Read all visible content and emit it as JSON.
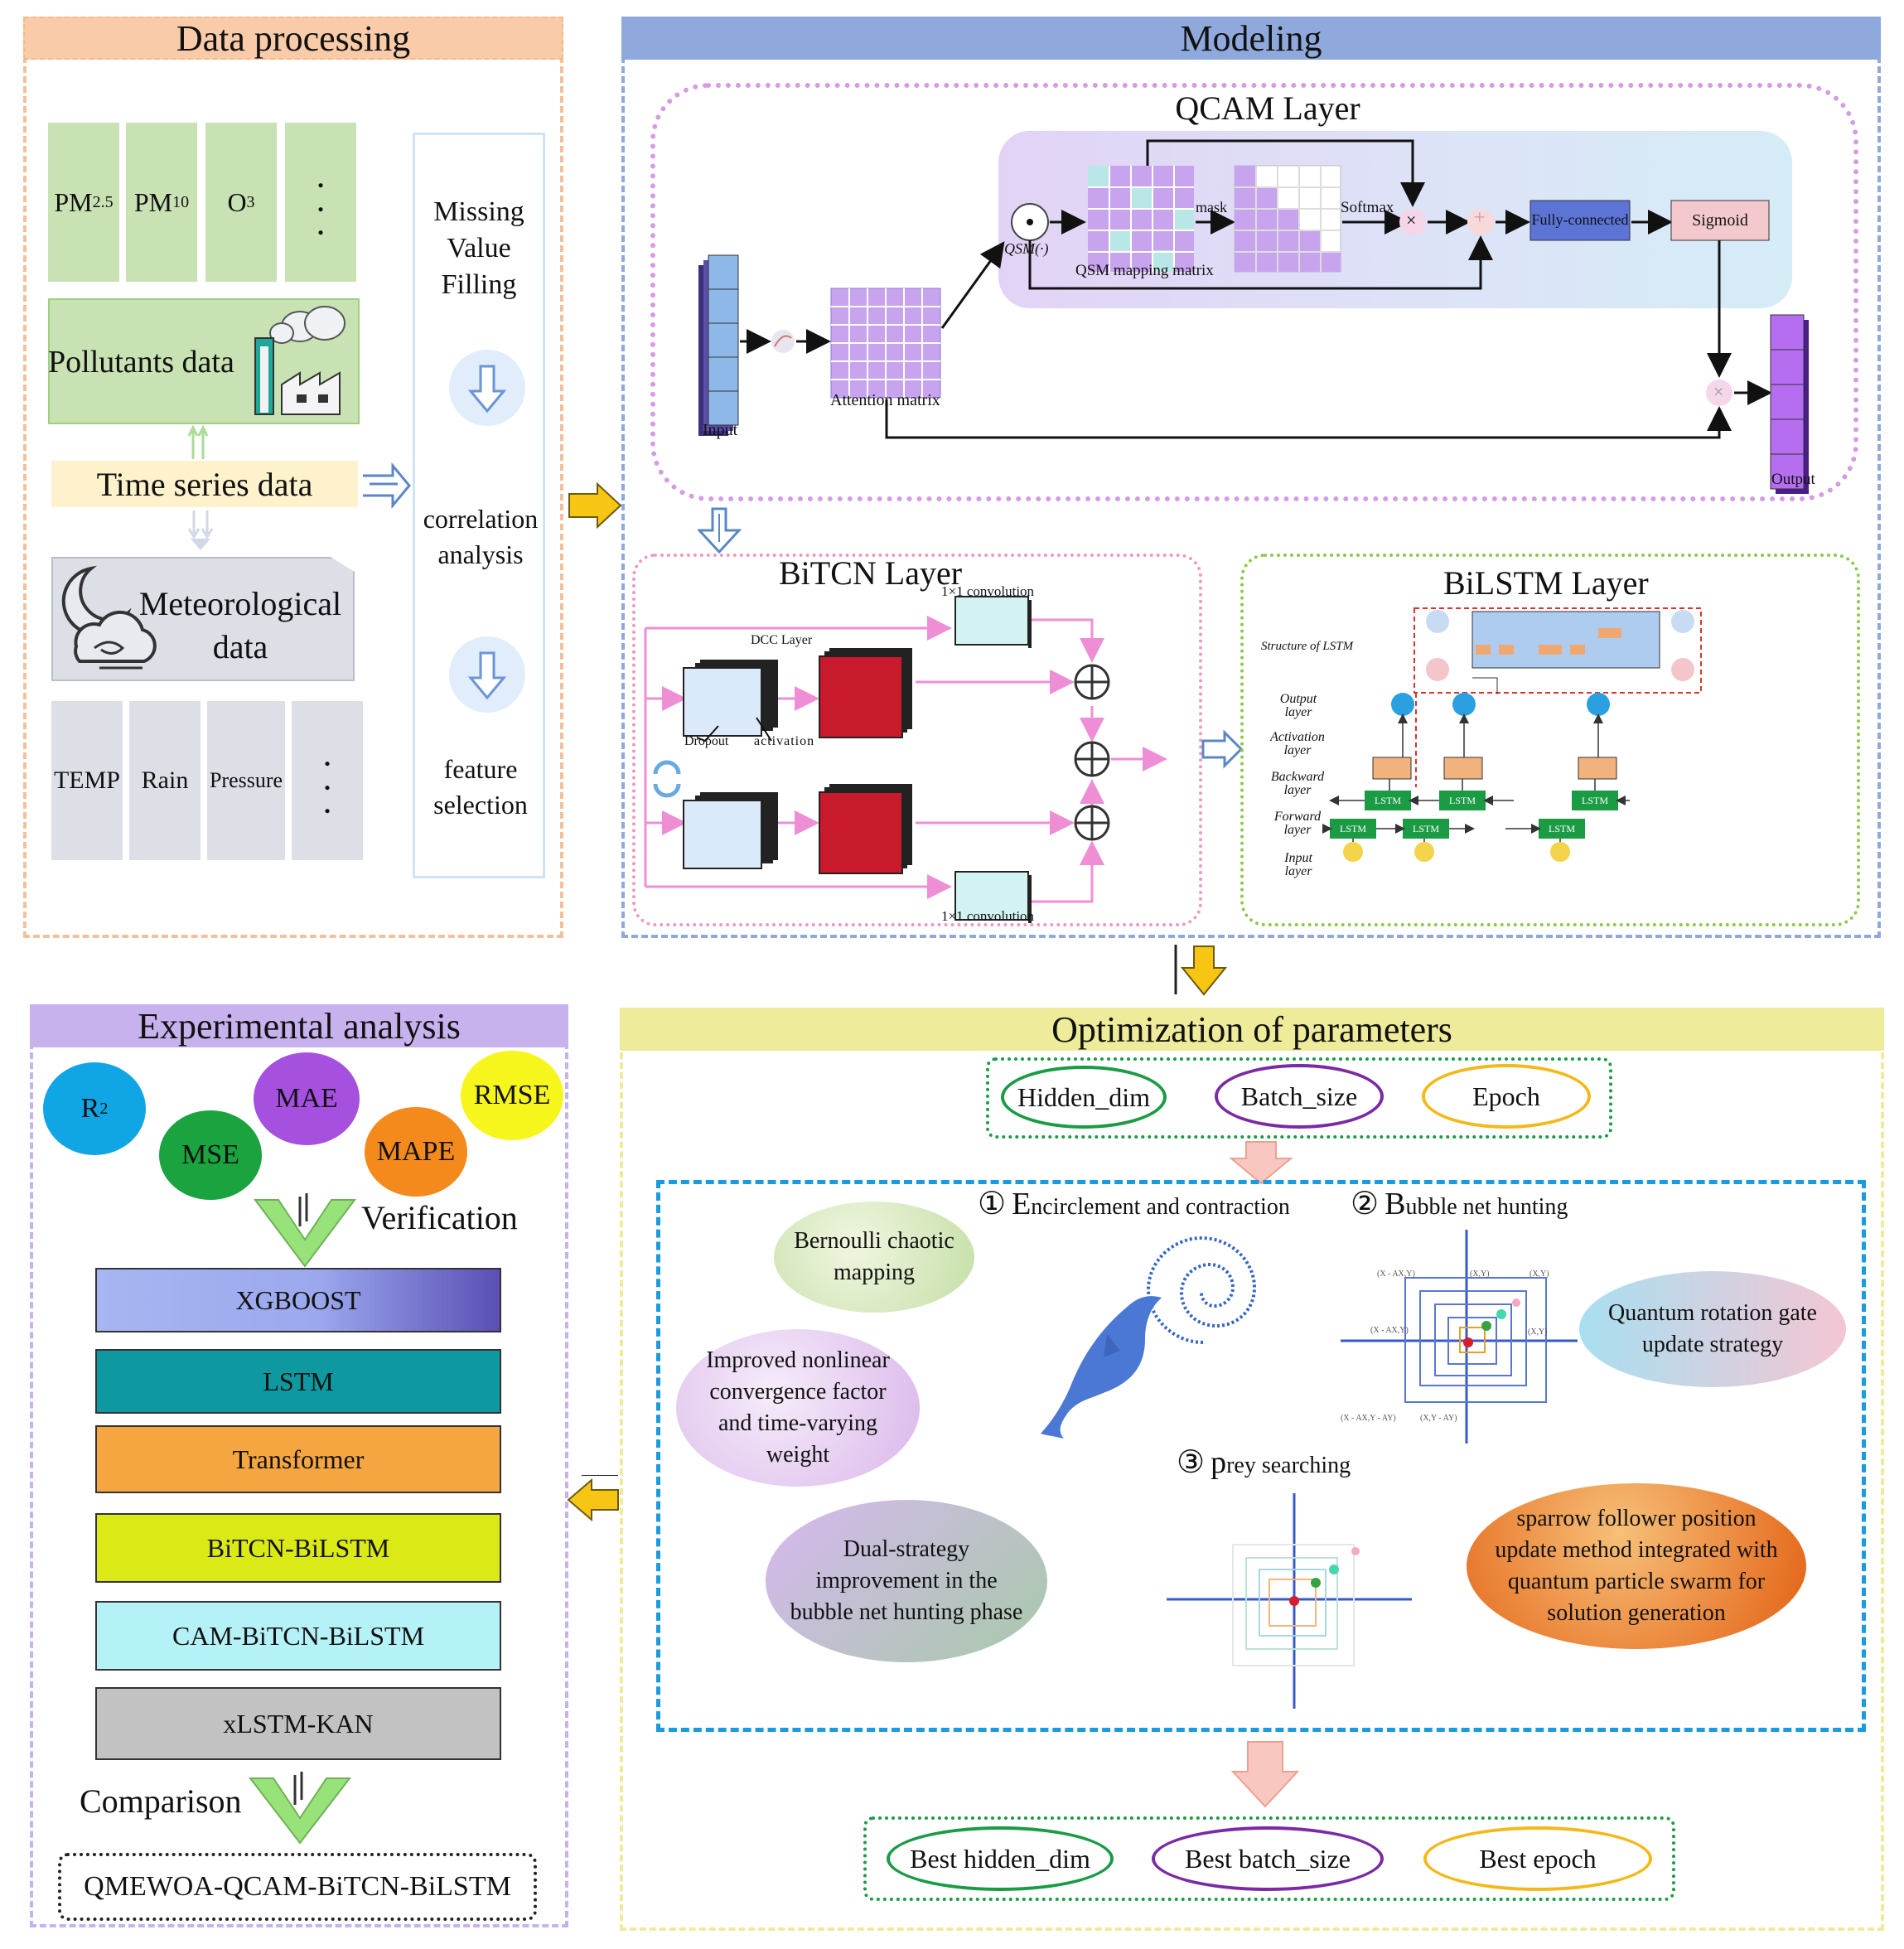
{
  "sections": {
    "data_processing": "Data processing",
    "modeling": "Modeling",
    "experimental": "Experimental analysis",
    "optimization": "Optimization of parameters"
  },
  "pollutants": {
    "pm25": "PM",
    "pm25_sub": "2.5",
    "pm10": "PM",
    "pm10_sub": "10",
    "o3": "O",
    "o3_sub": "3",
    "more": ".\n.\n.",
    "label": "Pollutants data"
  },
  "time_series": "Time series data",
  "meteo": {
    "label": "Meteorological data",
    "temp": "TEMP",
    "rain": "Rain",
    "pressure": "Pressure",
    "more": ".\n.\n."
  },
  "preprocess": {
    "step1": "Missing Value Filling",
    "step2": "correlation analysis",
    "step3": "feature selection"
  },
  "qcam": {
    "title": "QCAM Layer",
    "input": "Input",
    "attention": "Attention matrix",
    "qsm": "QSM(·)",
    "qsm_matrix": "QSM mapping matrix",
    "mask": "mask",
    "softmax": "Softmax",
    "fc": "Fully-connected",
    "sigmoid": "Sigmoid",
    "output": "Output",
    "times": "×",
    "plus": "+"
  },
  "bitcn": {
    "title": "BiTCN Layer",
    "conv_top": "1×1 convolution",
    "conv_bottom": "1×1 convolution",
    "dcc": "DCC Layer",
    "dropout": "Dropout",
    "activation": "activation"
  },
  "bilstm": {
    "title": "BiLSTM Layer",
    "structure": "Structure of LSTM",
    "output_layer": "Output layer",
    "activation_layer": "Activation layer",
    "backward_layer": "Backward layer",
    "forward_layer": "Forward layer",
    "input_layer": "Input layer",
    "cell": "LSTM"
  },
  "metrics": {
    "r2": "R",
    "r2_sup": "2",
    "mae": "MAE",
    "rmse": "RMSE",
    "mse": "MSE",
    "mape": "MAPE"
  },
  "verification": "Verification",
  "models": [
    "XGBOOST",
    "LSTM",
    "Transformer",
    "BiTCN-BiLSTM",
    "CAM-BiTCN-BiLSTM",
    "xLSTM-KAN"
  ],
  "comparison": "Comparison",
  "final_model": "QMEWOA-QCAM-BiTCN-BiLSTM",
  "params": {
    "hidden": "Hidden_dim",
    "batch": "Batch_size",
    "epoch": "Epoch"
  },
  "best": {
    "hidden": "Best hidden_dim",
    "batch": "Best batch_size",
    "epoch": "Best epoch"
  },
  "woa": {
    "step1_num": "①",
    "step1_cap": "E",
    "step1": "ncirclement and contraction",
    "step2_num": "②",
    "step2_cap": "B",
    "step2": "ubble net hunting",
    "step3_num": "③",
    "step3_cap": "p",
    "step3": "rey searching",
    "bernoulli": "Bernoulli chaotic mapping",
    "nonlinear": "Improved nonlinear convergence factor and time-varying weight",
    "dual": "Dual-strategy improvement in the bubble net hunting phase",
    "quantum": "Quantum rotation gate update strategy",
    "sparrow": "sparrow follower position update method integrated with quantum particle swarm for solution generation"
  },
  "colors": {
    "orange_header": "#f9cba8",
    "blue_header": "#8fa9dc",
    "purple_header": "#c7b2ee",
    "yellow_header": "#eeeb9a",
    "pollutant_green": "#c9e2b3",
    "meteo_gray": "#dcdfe6",
    "xgboost": "#a7b6f2",
    "lstm": "#0e99a0",
    "transformer": "#f6a640",
    "bitcn_bilstm": "#dbe916",
    "cam": "#b5f2f7",
    "xlstm": "#c2c2c2"
  }
}
